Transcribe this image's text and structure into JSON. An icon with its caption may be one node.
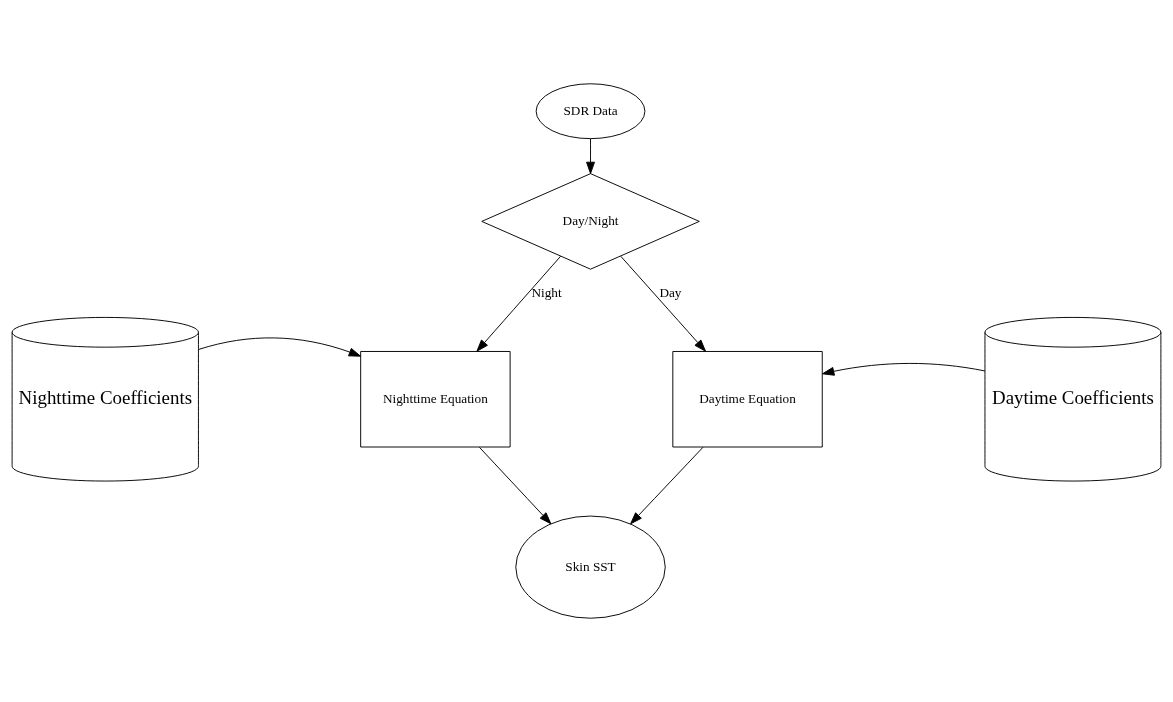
{
  "diagram": {
    "nodes": [
      {
        "text": [
          "SDR Data"
        ]
      },
      {
        "text": [
          "Day/Night"
        ]
      },
      {
        "text": [
          "Nighttime Coefficients"
        ]
      },
      {
        "text": [
          "Nighttime Equation"
        ]
      },
      {
        "text": [
          "Daytime Equation"
        ]
      },
      {
        "text": [
          "Daytime Coefficients"
        ]
      },
      {
        "text": [
          "Skin SST"
        ]
      }
    ],
    "edges": [
      {
        "from": 0,
        "to": 1,
        "arrow": "to"
      },
      {
        "from": 1,
        "to": 3,
        "arrow": "to",
        "label": "Night"
      },
      {
        "from": 1,
        "to": 4,
        "arrow": "to",
        "label": "Day"
      },
      {
        "from": 2,
        "to": 3,
        "arrow": "to"
      },
      {
        "from": 5,
        "to": 4,
        "arrow": "to"
      },
      {
        "from": 3,
        "to": 6,
        "arrow": "to"
      },
      {
        "from": 4,
        "to": 6,
        "arrow": "to"
      }
    ]
  }
}
